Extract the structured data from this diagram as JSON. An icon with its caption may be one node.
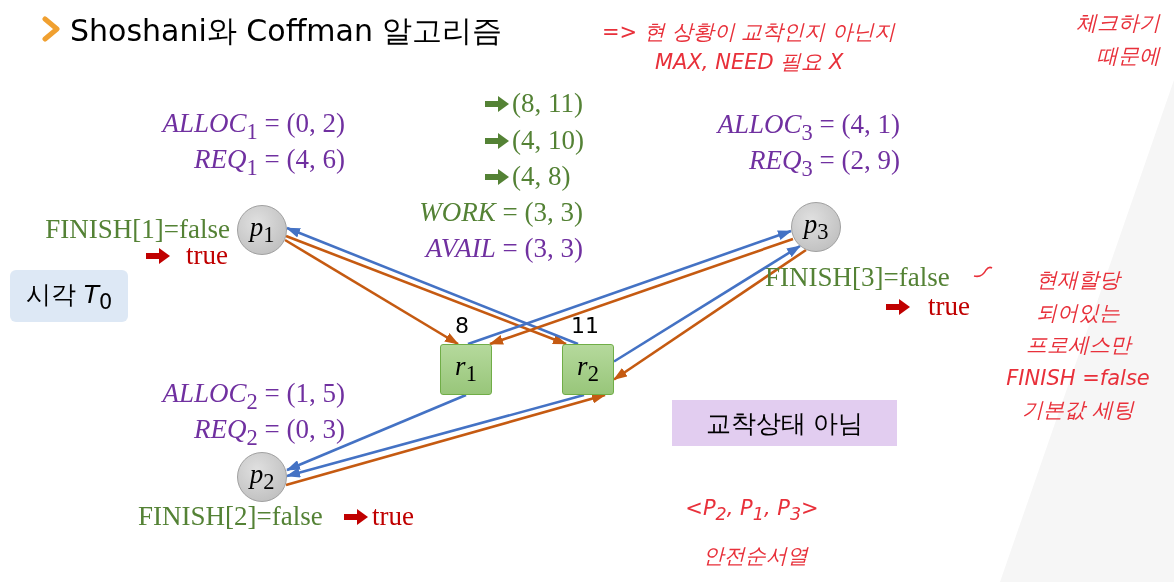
{
  "diagram": {
    "title": "Shoshani와 Coffman 알고리즘",
    "nodes": [
      {
        "text": [
          "*p*$_{1}$"
        ],
        "beside": [
          "*ALLOC*$_{1}$ = (0, 2)",
          "*REQ*$_{1}$ = (4, 6)",
          "FINISH[1]=false",
          "true"
        ]
      },
      {
        "text": [
          "*p*$_{2}$"
        ],
        "beside": [
          "*ALLOC*$_{2}$ = (1, 5)",
          "*REQ*$_{2}$ = (0, 3)",
          "FINISH[2]=false",
          "true"
        ]
      },
      {
        "text": [
          "*p*$_{3}$"
        ],
        "beside": [
          "*ALLOC*$_{3}$ = (4, 1)",
          "*REQ*$_{3}$ = (2, 9)",
          "FINISH[3]=false",
          "true"
        ]
      },
      {
        "text": [
          "*r*$_{1}$"
        ],
        "beside": [
          "8"
        ]
      },
      {
        "text": [
          "*r*$_{2}$"
        ],
        "beside": [
          "11"
        ]
      },
      {
        "text": [
          "시각 *T*$_{0}$"
        ]
      },
      {
        "text": [
          "교착상태 아님"
        ]
      }
    ],
    "edges": [
      {
        "from": 0,
        "to": 3,
        "arrow": "to",
        "color": "#c55a11"
      },
      {
        "from": 0,
        "to": 4,
        "arrow": "to",
        "color": "#c55a11"
      },
      {
        "from": 4,
        "to": 0,
        "arrow": "to",
        "color": "#4472c4"
      },
      {
        "from": 3,
        "to": 2,
        "arrow": "to",
        "color": "#4472c4"
      },
      {
        "from": 2,
        "to": 3,
        "arrow": "to",
        "color": "#c55a11"
      },
      {
        "from": 4,
        "to": 2,
        "arrow": "to",
        "color": "#4472c4"
      },
      {
        "from": 2,
        "to": 4,
        "arrow": "to",
        "color": "#c55a11"
      },
      {
        "from": 3,
        "to": 1,
        "arrow": "to",
        "color": "#4472c4"
      },
      {
        "from": 4,
        "to": 1,
        "arrow": "to",
        "color": "#4472c4"
      },
      {
        "from": 1,
        "to": 4,
        "arrow": "to",
        "color": "#c55a11"
      }
    ],
    "labels": [
      "=> 현 상황이 교착인지 아닌지",
      "체크하기 때문에",
      "MAX, NEED 필요 X",
      "(8, 11)",
      "(4, 10)",
      "(4, 8)",
      "*WORK* = (3, 3)",
      "*AVAIL* = (3, 3)",
      "현재할당 되어있는 프로세스만 FINISH =false 기본값 세팅",
      "<P$_{2}$, P$_{1}$, P$_{3}$>",
      "안전순서열"
    ]
  }
}
